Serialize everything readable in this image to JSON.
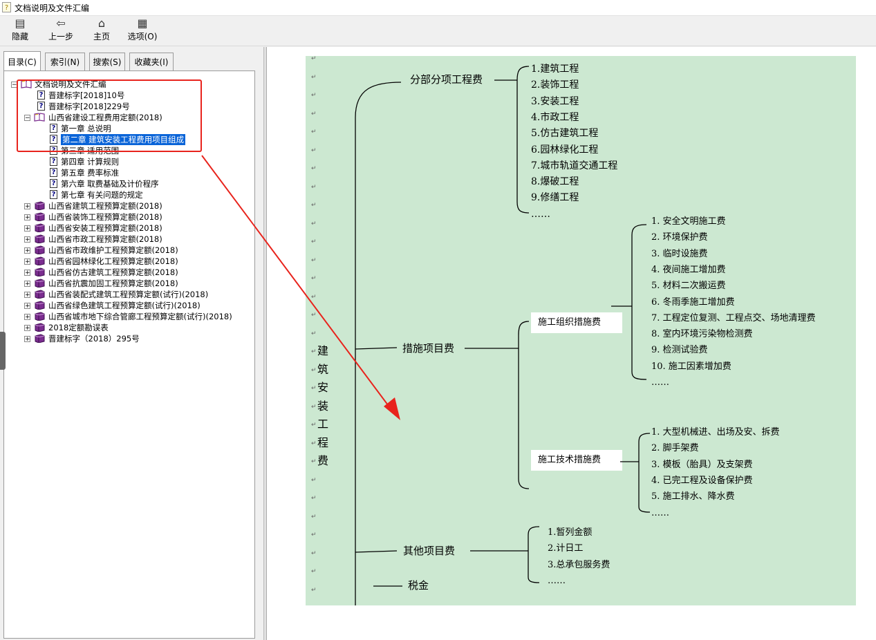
{
  "window": {
    "title": "文档说明及文件汇编"
  },
  "toolbar": {
    "buttons": [
      {
        "label": "隐藏",
        "icon": "hide-icon"
      },
      {
        "label": "上一步",
        "icon": "back-arrow-icon"
      },
      {
        "label": "主页",
        "icon": "home-icon"
      },
      {
        "label": "选项(O)",
        "icon": "options-icon"
      }
    ]
  },
  "tabs": [
    {
      "label": "目录(C)",
      "active": true
    },
    {
      "label": "索引(N)"
    },
    {
      "label": "搜索(S)"
    },
    {
      "label": "收藏夹(I)"
    }
  ],
  "tree": {
    "root": "文档说明及文件汇编",
    "docs1": [
      "晋建标字[2018]10号",
      "晋建标字[2018]229号"
    ],
    "book1": "山西省建设工程费用定额(2018)",
    "chapters": [
      "第一章 总说明",
      "第二章 建筑安装工程费用项目组成",
      "第三章 适用范围",
      "第四章 计算规则",
      "第五章 费率标准",
      "第六章 取费基础及计价程序",
      "第七章 有关问题的规定"
    ],
    "books": [
      "山西省建筑工程预算定额(2018)",
      "山西省装饰工程预算定额(2018)",
      "山西省安装工程预算定额(2018)",
      "山西省市政工程预算定额(2018)",
      "山西省市政维护工程预算定额(2018)",
      "山西省园林绿化工程预算定额(2018)",
      "山西省仿古建筑工程预算定额(2018)",
      "山西省抗震加固工程预算定额(2018)",
      "山西省装配式建筑工程预算定额(试行)(2018)",
      "山西省绿色建筑工程预算定额(试行)(2018)",
      "山西省城市地下综合管廊工程预算定额(试行)(2018)",
      "2018定额勘误表",
      "晋建标字（2018）295号"
    ]
  },
  "diagram": {
    "root_chars": [
      "建",
      "筑",
      "安",
      "装",
      "工",
      "程",
      "费"
    ],
    "cat1": "分部分项工程费",
    "cat1_items": [
      "1.建筑工程",
      "2.装饰工程",
      "3.安装工程",
      "4.市政工程",
      "5.仿古建筑工程",
      "6.园林绿化工程",
      "7.城市轨道交通工程",
      "8.爆破工程",
      "9.修缮工程",
      "……"
    ],
    "cat2": "措施项目费",
    "sub1": "施工组织措施费",
    "sub1_items": [
      "1. 安全文明施工费",
      "2. 环境保护费",
      "3. 临时设施费",
      "4. 夜间施工增加费",
      "5. 材料二次搬运费",
      "6. 冬雨季施工增加费",
      "7. 工程定位复测、工程点交、场地清理费",
      "8. 室内环境污染物检测费",
      "9. 检测试验费",
      "10. 施工因素增加费",
      "……"
    ],
    "sub2": "施工技术措施费",
    "sub2_items": [
      "1. 大型机械进、出场及安、拆费",
      "2. 脚手架费",
      "3. 模板（胎具）及支架费",
      "4. 已完工程及设备保护费",
      "5. 施工排水、降水费",
      "……"
    ],
    "cat3": "其他项目费",
    "cat3_items": [
      "1.暂列金额",
      "2.计日工",
      "3.总承包服务费",
      "……"
    ],
    "cat4": "税金",
    "para_mark": "↵"
  },
  "colors": {
    "highlight": "#e8231c",
    "selection": "#0a64d8",
    "diagram_bg": "#cce8d1"
  }
}
